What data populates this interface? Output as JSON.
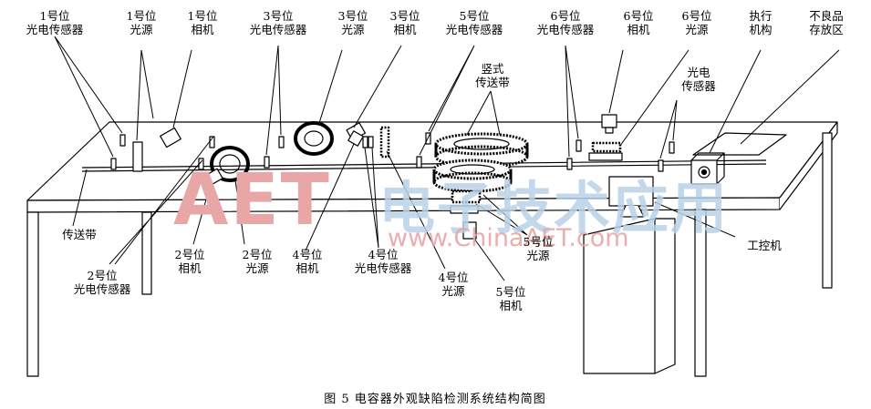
{
  "caption": "图 5   电容器外观缺陷检测系统结构简图",
  "watermark": {
    "big_a": "A",
    "big_et": "ET",
    "chinese": "电子技术应用",
    "url": "www.ChinaAET.com"
  },
  "labels": {
    "sensor1": [
      "1号位",
      "光电传感器"
    ],
    "light1": [
      "1号位",
      "光源"
    ],
    "camera1": [
      "1号位",
      "相机"
    ],
    "sensor3": [
      "3号位",
      "光电传感器"
    ],
    "light3": [
      "3号位",
      "光源"
    ],
    "camera3": [
      "3号位",
      "相机"
    ],
    "sensor5": [
      "5号位",
      "光电传感器"
    ],
    "sensor6": [
      "6号位",
      "光电传感器"
    ],
    "camera6": [
      "6号位",
      "相机"
    ],
    "light6": [
      "6号位",
      "光源"
    ],
    "actuator": [
      "执行",
      "机构"
    ],
    "reject_area": [
      "不良品",
      "存放区"
    ],
    "vertical_conveyor": [
      "竖式",
      "传送带"
    ],
    "sensor_right": [
      "光电",
      "传感器"
    ],
    "conveyor": [
      "传送带"
    ],
    "sensor2": [
      "2号位",
      "光电传感器"
    ],
    "camera2": [
      "2号位",
      "相机"
    ],
    "light2": [
      "2号位",
      "光源"
    ],
    "camera4": [
      "4号位",
      "相机"
    ],
    "sensor4": [
      "4号位",
      "光电传感器"
    ],
    "light4": [
      "4号位",
      "光源"
    ],
    "camera5": [
      "5号位",
      "相机"
    ],
    "light5": [
      "5号位",
      "光源"
    ],
    "ipc": [
      "工控机"
    ]
  }
}
